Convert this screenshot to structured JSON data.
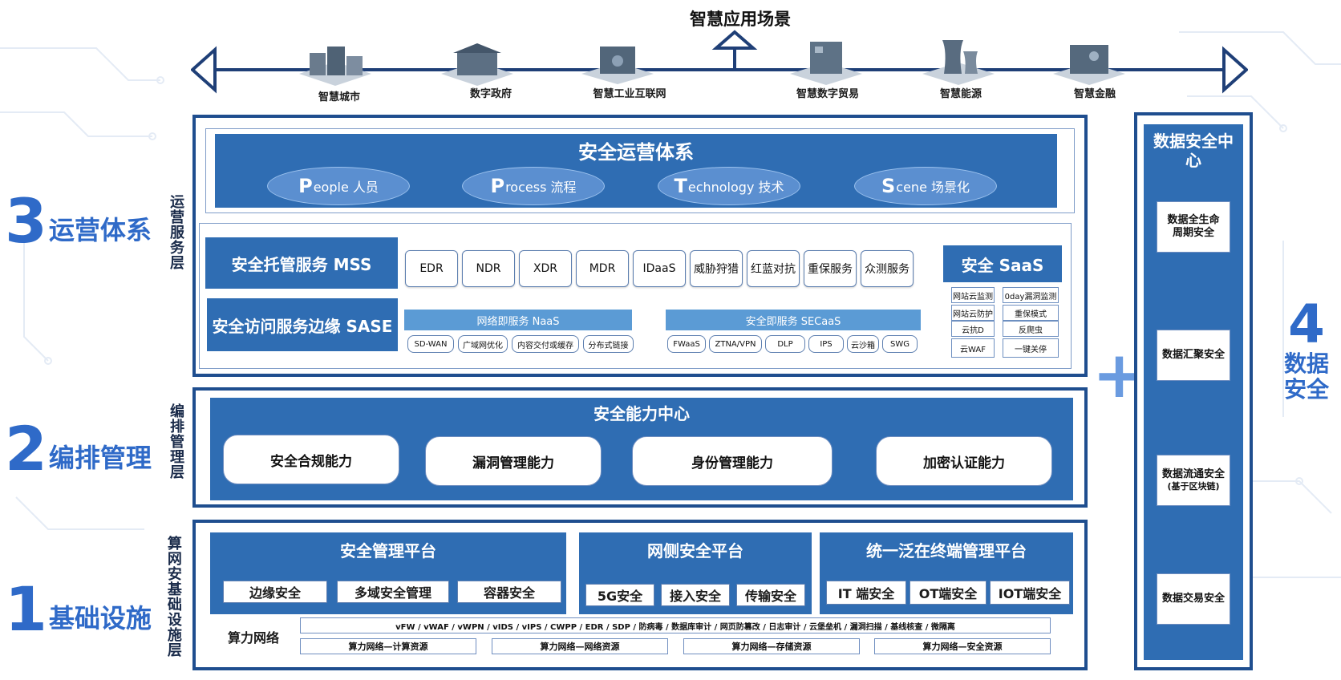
{
  "top": {
    "title": "智慧应用场景",
    "scenes": [
      "智慧城市",
      "数字政府",
      "智慧工业互联网",
      "智慧数字贸易",
      "智慧能源",
      "智慧金融"
    ]
  },
  "layers": {
    "ops": {
      "num": "3",
      "text": "运营体系",
      "vertical": "运营服务层"
    },
    "orchestration": {
      "num": "2",
      "text": "编排管理",
      "vertical": "编排管理层"
    },
    "infra": {
      "num": "1",
      "text": "基础设施",
      "vertical": "算网安基础设施层"
    }
  },
  "ops_system": {
    "title": "安全运营体系",
    "items": [
      {
        "cap": "P",
        "rest": "eople 人员"
      },
      {
        "cap": "P",
        "rest": "rocess 流程"
      },
      {
        "cap": "T",
        "rest": "echnology 技术"
      },
      {
        "cap": "S",
        "rest": "cene 场景化"
      }
    ]
  },
  "services": {
    "mss": "安全托管服务 MSS",
    "sase": "安全访问服务边缘 SASE",
    "mss_items": [
      "EDR",
      "NDR",
      "XDR",
      "MDR",
      "IDaaS",
      "威胁狩猎",
      "红蓝对抗",
      "重保服务",
      "众测服务"
    ],
    "naas": {
      "title": "网络即服务 NaaS",
      "items": [
        "SD-WAN",
        "广域网优化",
        "内容交付或缓存",
        "分布式链接"
      ]
    },
    "secaas": {
      "title": "安全即服务 SECaaS",
      "items": [
        "FWaaS",
        "ZTNA/VPN",
        "DLP",
        "IPS",
        "云沙箱",
        "SWG"
      ]
    },
    "saas": {
      "title": "安全 SaaS",
      "items": [
        "网站云监测",
        "0day漏洞监测",
        "网站云防护",
        "重保模式",
        "云抗D",
        "反爬虫",
        "云WAF",
        "一键关停"
      ]
    }
  },
  "capability": {
    "title": "安全能力中心",
    "items": [
      "安全合规能力",
      "漏洞管理能力",
      "身份管理能力",
      "加密认证能力"
    ]
  },
  "infra": {
    "mgmt": {
      "title": "安全管理平台",
      "items": [
        "边缘安全",
        "多域安全管理",
        "容器安全"
      ]
    },
    "network": {
      "title": "网侧安全平台",
      "items": [
        "5G安全",
        "接入安全",
        "传输安全"
      ]
    },
    "terminal": {
      "title": "统一泛在终端管理平台",
      "items": [
        "IT 端安全",
        "OT端安全",
        "IOT端安全"
      ]
    },
    "compute_label": "算力网络",
    "compute_line": "vFW / vWAF / vWPN / vIDS / vIPS / CWPP / EDR / SDP / 防病毒 / 数据库审计 / 网页防篡改 / 日志审计 / 云堡垒机 / 漏洞扫描 / 基线核查 / 微隔离",
    "resources": [
      "算力网络—计算资源",
      "算力网络—网络资源",
      "算力网络—存储资源",
      "算力网络—安全资源"
    ]
  },
  "data_security": {
    "title": "数据安全中心",
    "items": [
      {
        "l1": "数据全生命",
        "l2": "周期安全"
      },
      {
        "l1": "数据汇聚安全",
        "l2": ""
      },
      {
        "l1": "数据流通安全",
        "l2": "(基于区块链)"
      },
      {
        "l1": "数据交易安全",
        "l2": ""
      }
    ],
    "side_num": "4",
    "side_l1": "数据",
    "side_l2": "安全",
    "plus": "+"
  }
}
